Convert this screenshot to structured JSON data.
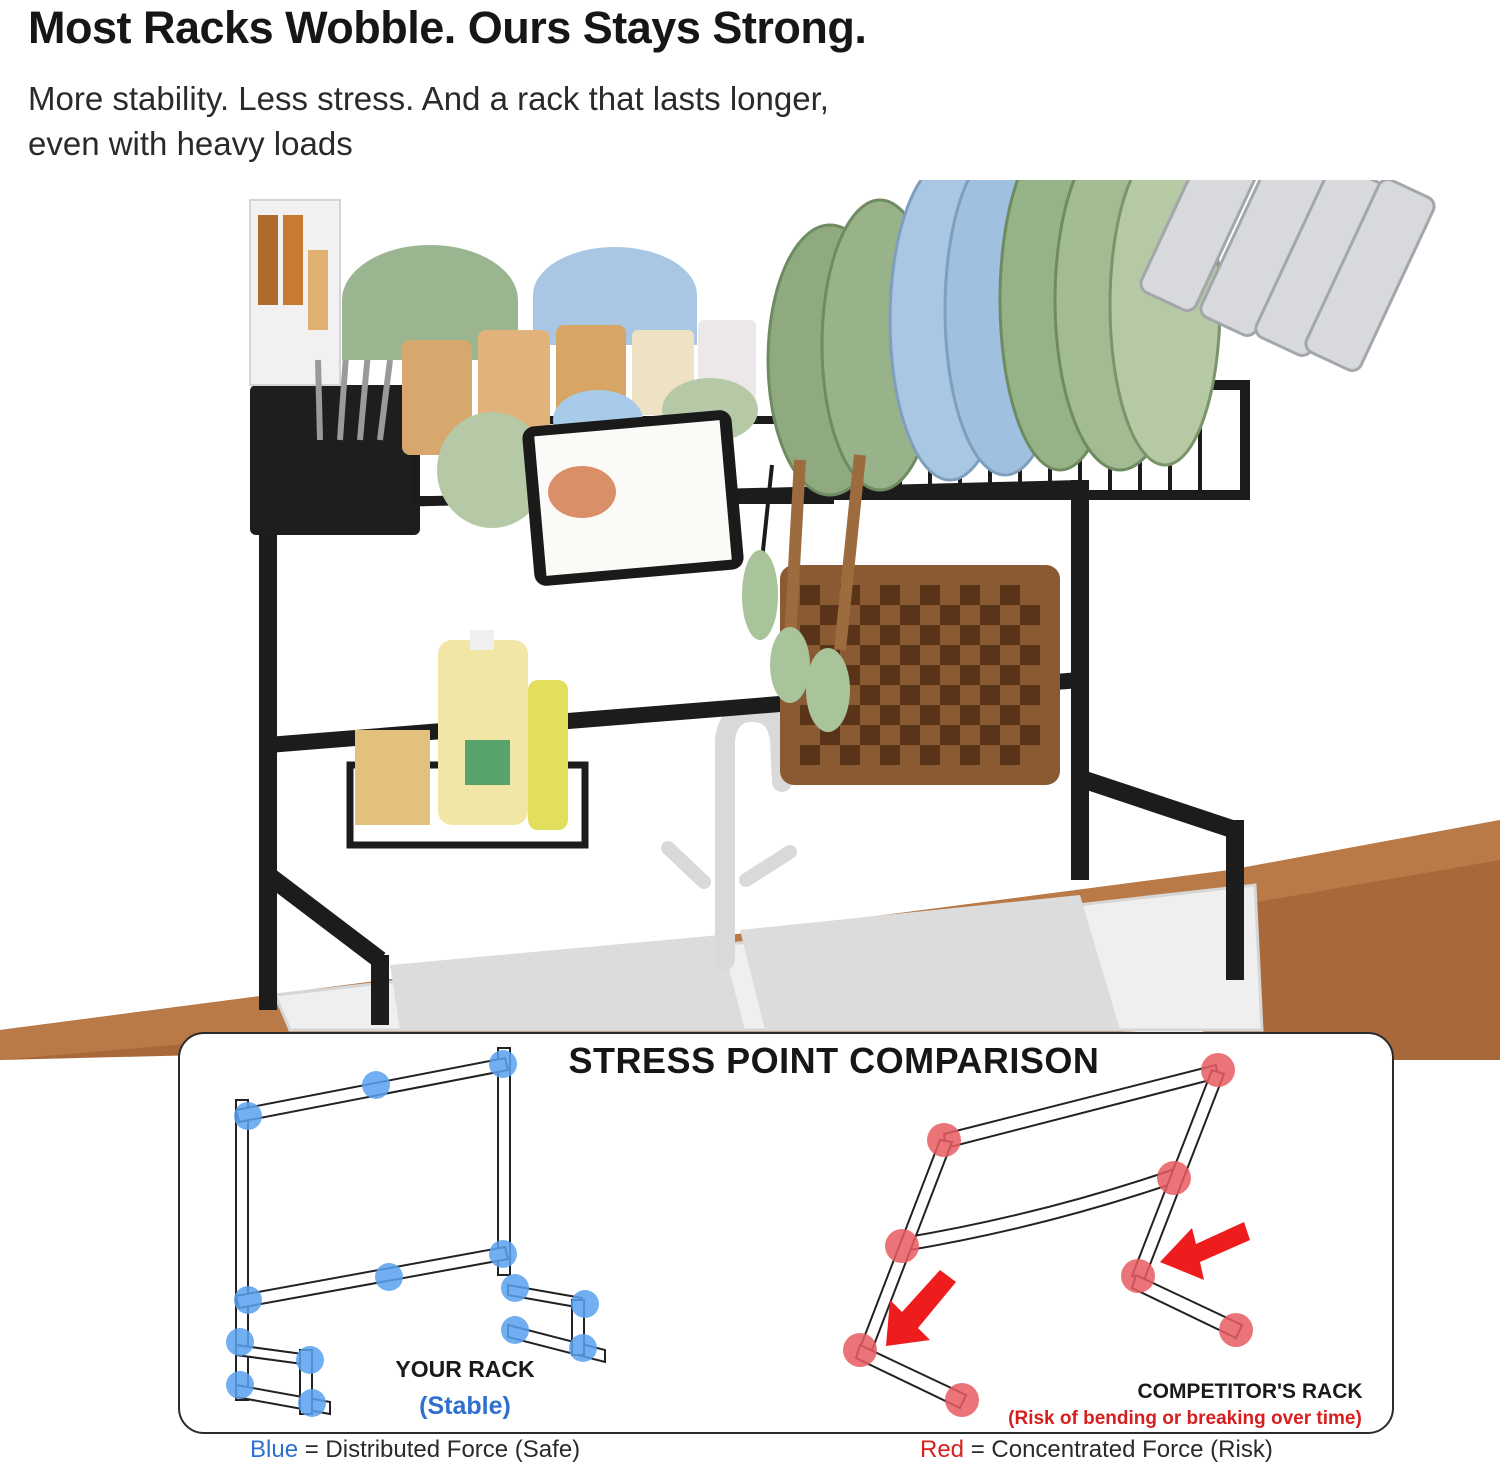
{
  "header": {
    "title": "Most Racks Wobble. Ours Stays Strong.",
    "subtitle": "More stability. Less stress. And a rack that lasts longer, even with heavy loads"
  },
  "product_photo": {
    "description_icon": "dish-rack-over-sink-photo"
  },
  "comparison": {
    "title": "STRESS POINT COMPARISON",
    "your_rack": {
      "label": "YOUR RACK",
      "status": "(Stable)",
      "color": "#5aa2f0"
    },
    "competitor_rack": {
      "label": "COMPETITOR'S RACK",
      "status": "(Risk of bending or breaking over time)",
      "color": "#e85c62"
    },
    "legend": {
      "blue_key": "Blue",
      "blue_text": " = Distributed Force (Safe)",
      "red_key": "Red",
      "red_text": " = Concentrated Force (Risk)"
    }
  },
  "colors": {
    "accent_blue": "#2f6fd0",
    "accent_red": "#d62020",
    "countertop": "#a8683a",
    "rack_frame": "#1c1c1c"
  }
}
